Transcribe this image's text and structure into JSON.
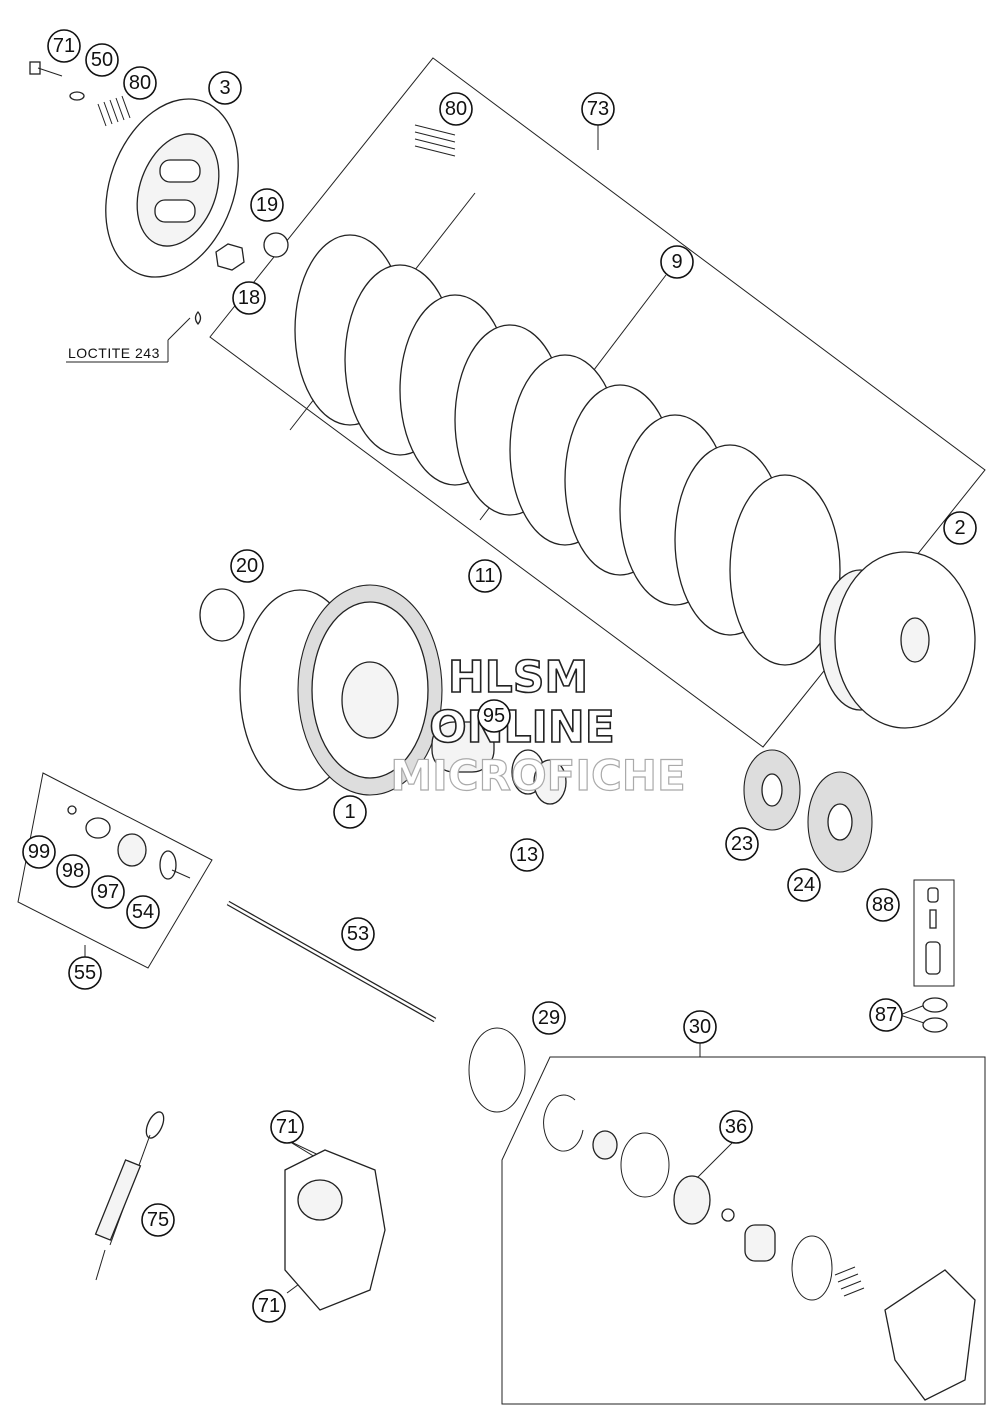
{
  "note": "LOCTITE 243",
  "watermark": {
    "line1": "HLSM",
    "line2": "ONLINE",
    "line3": "MICROFICHE"
  },
  "callouts": [
    {
      "id": "c1",
      "label": "1"
    },
    {
      "id": "c2",
      "label": "2"
    },
    {
      "id": "c3",
      "label": "3"
    },
    {
      "id": "c9",
      "label": "9"
    },
    {
      "id": "c11",
      "label": "11"
    },
    {
      "id": "c13",
      "label": "13"
    },
    {
      "id": "c18",
      "label": "18"
    },
    {
      "id": "c19",
      "label": "19"
    },
    {
      "id": "c20",
      "label": "20"
    },
    {
      "id": "c23",
      "label": "23"
    },
    {
      "id": "c24",
      "label": "24"
    },
    {
      "id": "c29",
      "label": "29"
    },
    {
      "id": "c30",
      "label": "30"
    },
    {
      "id": "c36",
      "label": "36"
    },
    {
      "id": "c50",
      "label": "50"
    },
    {
      "id": "c53",
      "label": "53"
    },
    {
      "id": "c54",
      "label": "54"
    },
    {
      "id": "c55",
      "label": "55"
    },
    {
      "id": "c71a",
      "label": "71"
    },
    {
      "id": "c71b",
      "label": "71"
    },
    {
      "id": "c71c",
      "label": "71"
    },
    {
      "id": "c73",
      "label": "73"
    },
    {
      "id": "c75",
      "label": "75"
    },
    {
      "id": "c80a",
      "label": "80"
    },
    {
      "id": "c80b",
      "label": "80"
    },
    {
      "id": "c87",
      "label": "87"
    },
    {
      "id": "c88",
      "label": "88"
    },
    {
      "id": "c95",
      "label": "95"
    },
    {
      "id": "c97",
      "label": "97"
    },
    {
      "id": "c98",
      "label": "98"
    },
    {
      "id": "c99",
      "label": "99"
    }
  ]
}
